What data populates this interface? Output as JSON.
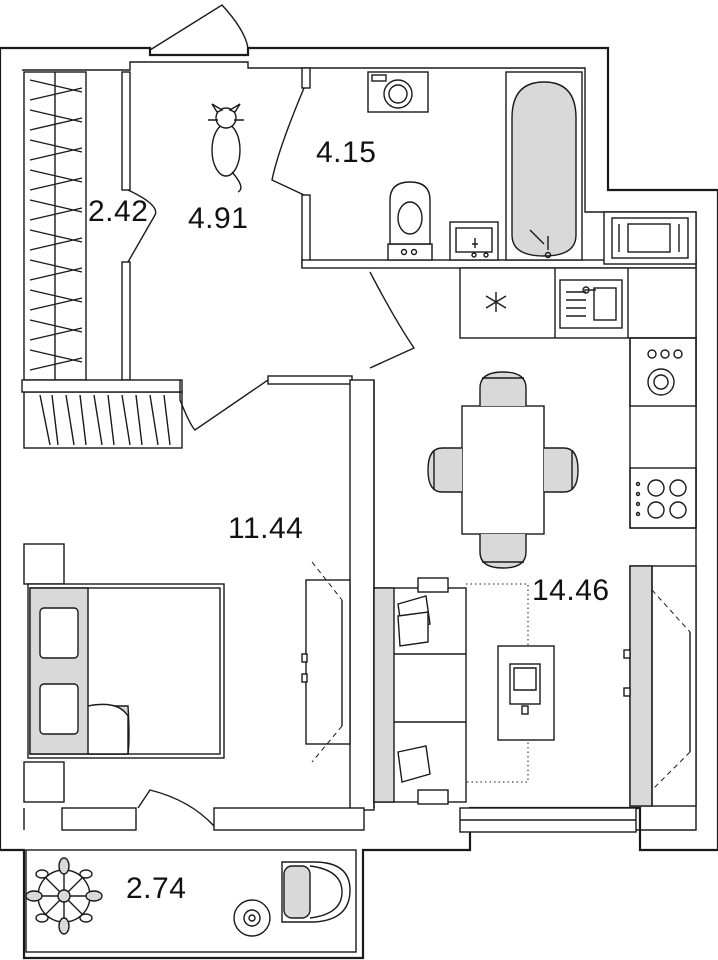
{
  "rooms": {
    "wardrobe": {
      "area": "2.42"
    },
    "hallway": {
      "area": "4.91"
    },
    "bathroom": {
      "area": "4.15"
    },
    "bedroom": {
      "area": "11.44"
    },
    "kitchen_living": {
      "area": "14.46"
    },
    "balcony": {
      "area": "2.74"
    }
  },
  "colors": {
    "wall": "#1a1a1a",
    "fixture_fill": "#d9d9d9",
    "background": "#ffffff"
  },
  "icons": [
    "cat-icon",
    "washing-machine-icon",
    "toilet-icon",
    "sink-icon",
    "bathtub-icon",
    "microwave-icon",
    "kitchen-sink-icon",
    "stove-icon",
    "oven-icon",
    "dining-table-icon",
    "chair-icon",
    "sofa-icon",
    "laptop-icon",
    "tv-cabinet-icon",
    "bed-icon",
    "plant-icon",
    "armchair-icon",
    "side-table-icon"
  ]
}
